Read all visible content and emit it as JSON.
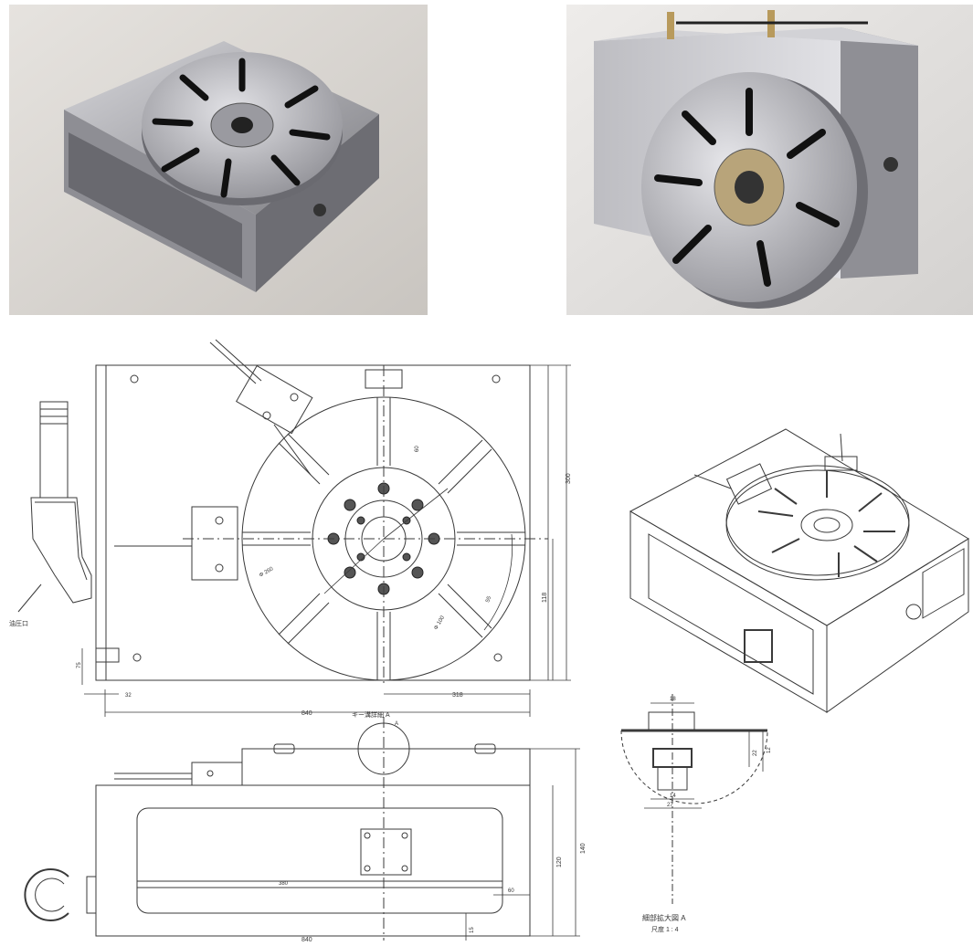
{
  "photos": [
    {
      "name": "rotary-table-horizontal",
      "bg": "#d9d6d2"
    },
    {
      "name": "rotary-table-vertical",
      "bg": "#e6e4e2"
    }
  ],
  "drawing": {
    "top_view": {
      "dims": {
        "width_total": "840",
        "right_width": "318",
        "height": "300",
        "partial_height": "118",
        "left_small": "32",
        "left_offset": "75",
        "radius_label": "Φ 260",
        "center_label": "Φ 100",
        "side_label": "60",
        "side_label2": "55"
      },
      "note_left": "油圧口"
    },
    "front_view": {
      "dims": {
        "inner_width": "380",
        "right_offset": "60",
        "height_total": "140",
        "height_body": "120",
        "bottom_small": "15",
        "width_total": "840"
      },
      "detail_callout": "キー溝詳細 A",
      "detail_letter": "A"
    },
    "detail_view": {
      "dims": {
        "top": "18",
        "mid": "14",
        "bottom": "22",
        "base": "27",
        "right": "12"
      },
      "caption_line1": "細部拡大図 A",
      "caption_line2": "尺度 1 : 4"
    }
  },
  "colors": {
    "line": "#3a3a3a",
    "steel": "#b8b8bc",
    "steel_dark": "#5a5a60",
    "slot": "#111111"
  }
}
